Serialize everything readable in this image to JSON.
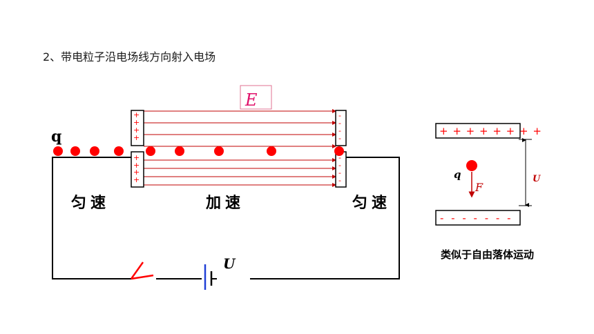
{
  "slide_title": "2、带电粒子沿电场线方向射入电场",
  "circuit": {
    "field_label": "E",
    "charge_label": "q",
    "region_labels": [
      "匀速",
      "加速",
      "匀速"
    ],
    "battery_label": "U",
    "plate_left_sign": "+",
    "plate_right_sign": "-",
    "particle_count": 9,
    "field_line_count": 8
  },
  "analogy": {
    "top_plate_signs": "+ + + + + + + +",
    "bottom_plate_signs": "- - - - - - -",
    "charge_label": "q",
    "force_label": "F",
    "voltage_label": "U",
    "caption": "类似于自由落体运动"
  },
  "colors": {
    "particle": "#ff0000",
    "field_line": "#c00000",
    "field_label": "#e0106a",
    "wire": "#000000",
    "battery_long": "#1f3fd6",
    "switch": "#ff0000"
  }
}
